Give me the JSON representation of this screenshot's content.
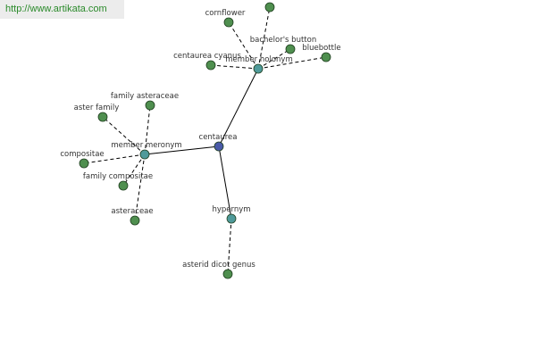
{
  "watermark": "http://www.artikata.com",
  "colors": {
    "leaf": "#4f8f4f",
    "hub": "#4f9a9a",
    "root": "#4a5aa8",
    "edge": "#000000"
  },
  "nodes": [
    {
      "id": "centaurea",
      "label": "centaurea",
      "kind": "root"
    },
    {
      "id": "member-holonym",
      "label": "member holonym",
      "kind": "hub"
    },
    {
      "id": "member-meronym",
      "label": "member meronym",
      "kind": "hub"
    },
    {
      "id": "hypernym",
      "label": "hypernym",
      "kind": "hub"
    },
    {
      "id": "cornflower",
      "label": "cornflower",
      "kind": "leaf"
    },
    {
      "id": "unlabeled-top",
      "label": "",
      "kind": "leaf"
    },
    {
      "id": "bachelors-button",
      "label": "bachelor's button",
      "kind": "leaf"
    },
    {
      "id": "bluebottle",
      "label": "bluebottle",
      "kind": "leaf"
    },
    {
      "id": "centaurea-cyanus",
      "label": "centaurea cyanus",
      "kind": "leaf"
    },
    {
      "id": "family-asteraceae",
      "label": "family asteraceae",
      "kind": "leaf"
    },
    {
      "id": "aster-family",
      "label": "aster family",
      "kind": "leaf"
    },
    {
      "id": "compositae",
      "label": "compositae",
      "kind": "leaf"
    },
    {
      "id": "family-compositae",
      "label": "family compositae",
      "kind": "leaf"
    },
    {
      "id": "asteraceae",
      "label": "asteraceae",
      "kind": "leaf"
    },
    {
      "id": "asterid-dicot-genus",
      "label": "asterid dicot genus",
      "kind": "leaf"
    }
  ],
  "edges": [
    {
      "from": "centaurea",
      "to": "member-holonym",
      "style": "solid"
    },
    {
      "from": "centaurea",
      "to": "member-meronym",
      "style": "solid"
    },
    {
      "from": "centaurea",
      "to": "hypernym",
      "style": "solid"
    },
    {
      "from": "member-holonym",
      "to": "cornflower",
      "style": "dashed"
    },
    {
      "from": "member-holonym",
      "to": "unlabeled-top",
      "style": "dashed"
    },
    {
      "from": "member-holonym",
      "to": "bachelors-button",
      "style": "dashed"
    },
    {
      "from": "member-holonym",
      "to": "bluebottle",
      "style": "dashed"
    },
    {
      "from": "member-holonym",
      "to": "centaurea-cyanus",
      "style": "dashed"
    },
    {
      "from": "member-meronym",
      "to": "family-asteraceae",
      "style": "dashed"
    },
    {
      "from": "member-meronym",
      "to": "aster-family",
      "style": "dashed"
    },
    {
      "from": "member-meronym",
      "to": "compositae",
      "style": "dashed"
    },
    {
      "from": "member-meronym",
      "to": "family-compositae",
      "style": "dashed"
    },
    {
      "from": "member-meronym",
      "to": "asteraceae",
      "style": "dashed"
    },
    {
      "from": "hypernym",
      "to": "asterid-dicot-genus",
      "style": "dashed"
    }
  ]
}
